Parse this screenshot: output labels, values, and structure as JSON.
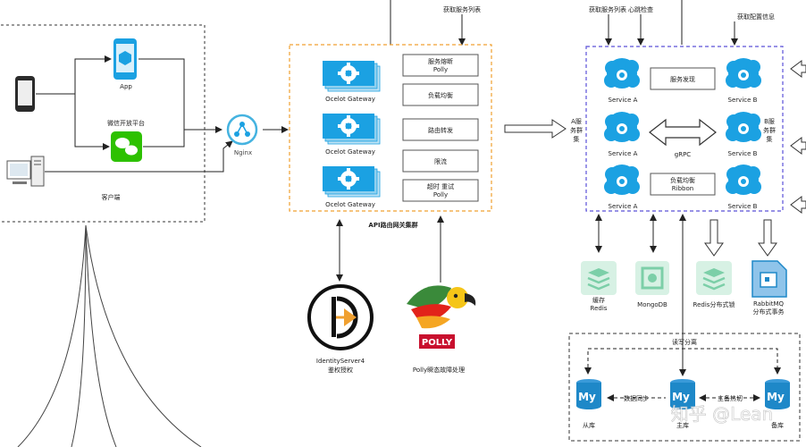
{
  "top_labels": {
    "fetch_service_list_left": "获取服务列表",
    "fetch_service_list_right": "获取服务列表",
    "heartbeat_check": "心跳检查",
    "fetch_config": "获取配置信息"
  },
  "client": {
    "section_label": "客户端",
    "app_label": "App",
    "wechat_label": "微信开放平台",
    "nginx_label": "Nginx"
  },
  "gateway": {
    "cluster_label": "API路由网关集群",
    "nodes": [
      "Ocelot Gateway",
      "Ocelot Gateway",
      "Ocelot Gateway"
    ],
    "features": [
      {
        "line1": "服务熔断",
        "line2": "Polly"
      },
      {
        "line1": "负载均衡",
        "line2": ""
      },
      {
        "line1": "路由转发",
        "line2": ""
      },
      {
        "line1": "限流",
        "line2": ""
      },
      {
        "line1": "超时 重试",
        "line2": "Polly"
      }
    ]
  },
  "cluster_a": {
    "label_line1": "A服",
    "label_line2": "务群",
    "label_line3": "集"
  },
  "services": {
    "label_a": "Service A",
    "label_b": "Service B",
    "discovery": "服务发现",
    "grpc": "gRPC",
    "lb_line1": "负载均衡",
    "lb_line2": "Ribbon",
    "cluster_b_line1": "B服",
    "cluster_b_line2": "务群",
    "cluster_b_line3": "集"
  },
  "auth": {
    "identity_line1": "IdentityServer4",
    "identity_line2": "鉴权授权",
    "polly_logo_text": "POLLY",
    "polly_caption": "Polly瞬态故障处理"
  },
  "middleware": {
    "redis_line1": "缓存",
    "redis_line2": "Redis",
    "mongodb": "MongoDB",
    "redis_dist": "Redis分布式锁",
    "rabbit_line1": "RabbitMQ",
    "rabbit_line2": "分布式事务"
  },
  "database": {
    "top_label": "读写分离",
    "sync_label": "数据同步",
    "hot_label": "主备热切",
    "db_logo": "My",
    "slave": "从库",
    "master": "主库",
    "backup": "备库"
  },
  "watermark": "知乎 @Lean",
  "colors": {
    "gateway_border": "#f0a030",
    "service_border": "#5a50d8",
    "cloud_blue": "#1ba1e2",
    "gear_blue": "#1ba1e2",
    "db_blue": "#1e88c8",
    "green_icon": "#7ccfa8"
  }
}
